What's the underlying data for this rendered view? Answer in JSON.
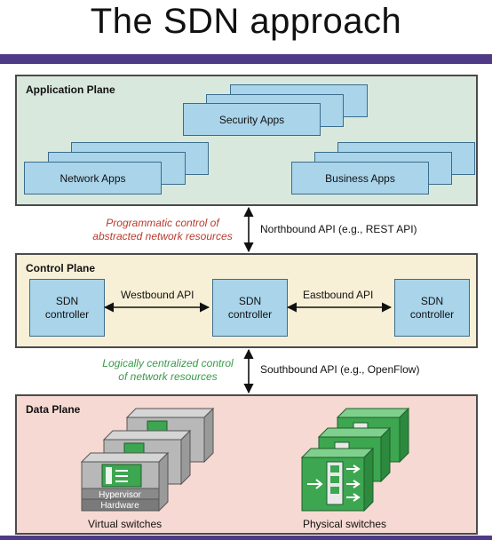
{
  "title": "The SDN approach",
  "colors": {
    "accent_bar": "#4f3a87",
    "app_plane_bg": "#d9e8dd",
    "control_plane_bg": "#f8f0d6",
    "data_plane_bg": "#f6d9d2",
    "box_fill": "#a9d4ea",
    "red_text": "#b83a2e",
    "green_text": "#3a9a4a",
    "switch_green": "#3da650"
  },
  "application_plane": {
    "label": "Application Plane",
    "apps": {
      "security": "Security Apps",
      "network": "Network Apps",
      "business": "Business Apps"
    }
  },
  "northbound": {
    "api_label": "Northbound API (e.g., REST API)",
    "description_line1": "Programmatic control of",
    "description_line2": "abstracted network resources"
  },
  "control_plane": {
    "label": "Control Plane",
    "controllers": [
      {
        "line1": "SDN",
        "line2": "controller"
      },
      {
        "line1": "SDN",
        "line2": "controller"
      },
      {
        "line1": "SDN",
        "line2": "controller"
      }
    ],
    "westbound_label": "Westbound API",
    "eastbound_label": "Eastbound API"
  },
  "southbound": {
    "api_label": "Southbound API (e.g., OpenFlow)",
    "description_line1": "Logically centralized control",
    "description_line2": "of network resources"
  },
  "data_plane": {
    "label": "Data Plane",
    "virtual_switches_label": "Virtual switches",
    "physical_switches_label": "Physical switches",
    "hypervisor_label": "Hypervisor",
    "hardware_label": "Hardware"
  }
}
